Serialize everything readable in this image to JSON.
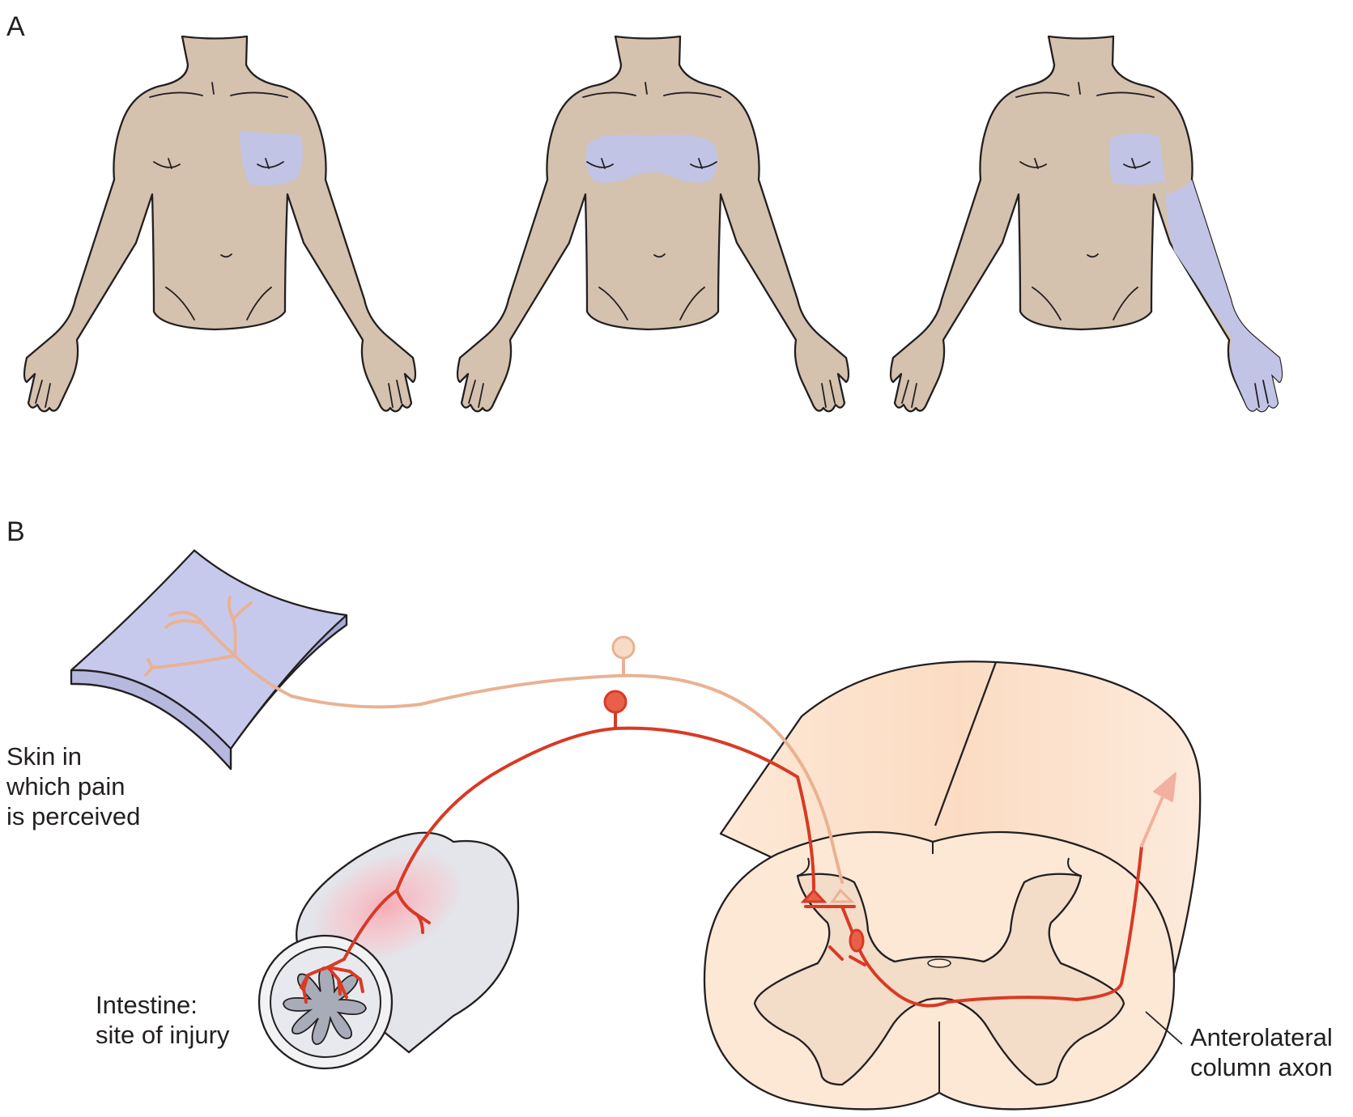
{
  "panels": {
    "a": {
      "label": "A"
    },
    "b": {
      "label": "B"
    }
  },
  "labels": {
    "skin": [
      "Skin in",
      "which pain",
      "is perceived"
    ],
    "intestine": [
      "Intestine:",
      "site of injury"
    ],
    "axon": [
      "Anterolateral",
      "column axon"
    ]
  },
  "colors": {
    "skin_tone": "#d4c2ae",
    "pain_region": "#c2c4e6",
    "visceral_afferent": "#d83a25",
    "cutaneous_afferent": "#e9b293",
    "spinal_cord": "#fde8d6",
    "gray_matter": "#f3dcc8"
  }
}
